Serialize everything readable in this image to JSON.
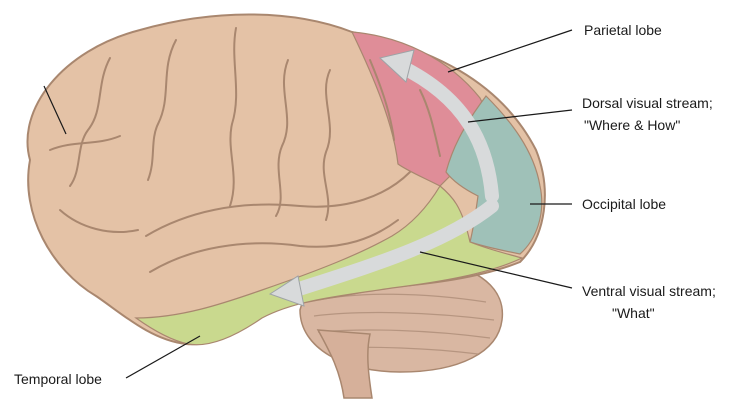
{
  "labels": {
    "parietal": "Parietal lobe",
    "dorsal_line1": "Dorsal visual stream;",
    "dorsal_line2": "\"Where & How\"",
    "occipital": "Occipital lobe",
    "ventral_line1": "Ventral visual stream;",
    "ventral_line2": "\"What\"",
    "temporal": "Temporal lobe"
  },
  "colors": {
    "frontal": "#e4c2a6",
    "parietal": "#df8d98",
    "occipital": "#9fc1b8",
    "temporal_stream": "#c9d98e",
    "cerebellum": "#d9b7a2",
    "arrow": "#d8dadb",
    "sulci": "#a9876f"
  }
}
